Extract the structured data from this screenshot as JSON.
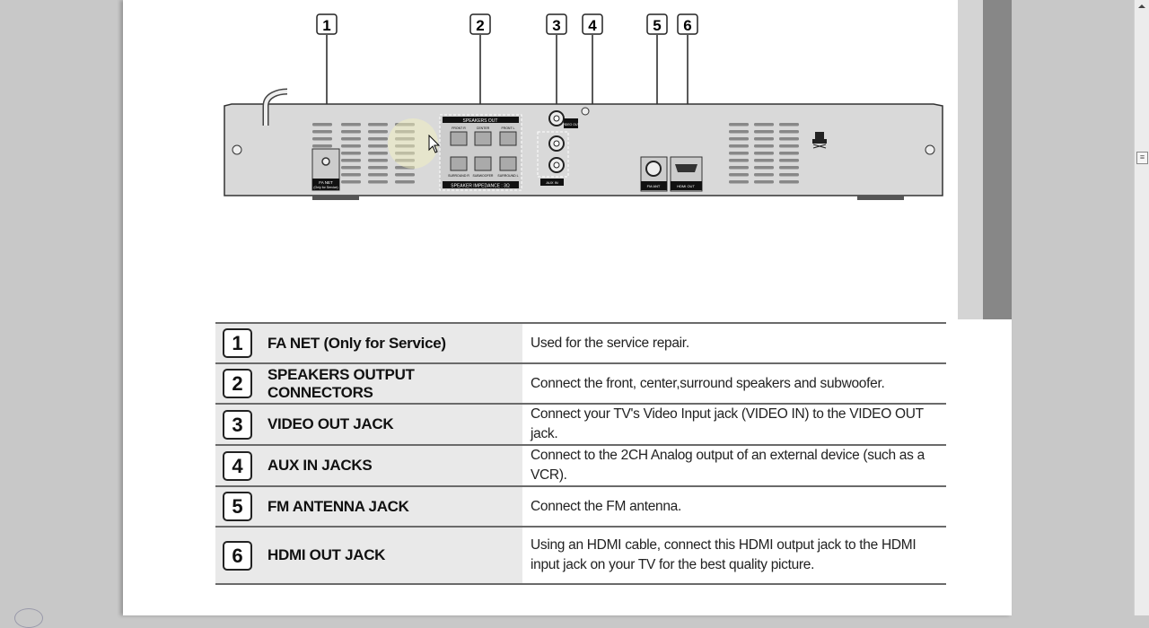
{
  "diagram": {
    "callouts": [
      "1",
      "2",
      "3",
      "4",
      "5",
      "6"
    ],
    "labels": {
      "fa_net": "FA NET",
      "fa_net_sub": "(Only for Service)",
      "speakers_out": "SPEAKERS OUT",
      "front_r": "FRONT R",
      "center": "CENTER",
      "front_l": "FRONT L",
      "surround_r": "SURROUND R",
      "subwoofer": "SUBWOOFER",
      "surround_l": "SURROUND L",
      "impedance": "SPEAKER IMPEDANCE : 3Ω",
      "video_out": "VIDEO OUT",
      "aux_in": "AUX IN",
      "fm_ant": "FM ANT",
      "hdmi_out": "HDMI OUT"
    }
  },
  "table": {
    "rows": [
      {
        "num": "1",
        "name": "FA NET (Only for Service)",
        "desc": "Used for the service repair."
      },
      {
        "num": "2",
        "name": "SPEAKERS OUTPUT CONNECTORS",
        "desc": "Connect the front, center,surround speakers and subwoofer."
      },
      {
        "num": "3",
        "name": "VIDEO OUT JACK",
        "desc": "Connect your TV's Video Input jack (VIDEO IN) to the VIDEO OUT jack."
      },
      {
        "num": "4",
        "name": "AUX IN JACKS",
        "desc": "Connect to the 2CH Analog output of an external device (such as a VCR)."
      },
      {
        "num": "5",
        "name": "FM ANTENNA JACK",
        "desc": "Connect the FM antenna."
      },
      {
        "num": "6",
        "name": "HDMI OUT JACK",
        "desc": "Using an HDMI cable, connect this HDMI output jack to the HDMI input jack on your TV for the best quality picture."
      }
    ]
  },
  "colors": {
    "page": "#ffffff",
    "background": "#c8c8c8",
    "table_label_bg": "#e9e9e9",
    "rule": "#6a6a6a"
  }
}
